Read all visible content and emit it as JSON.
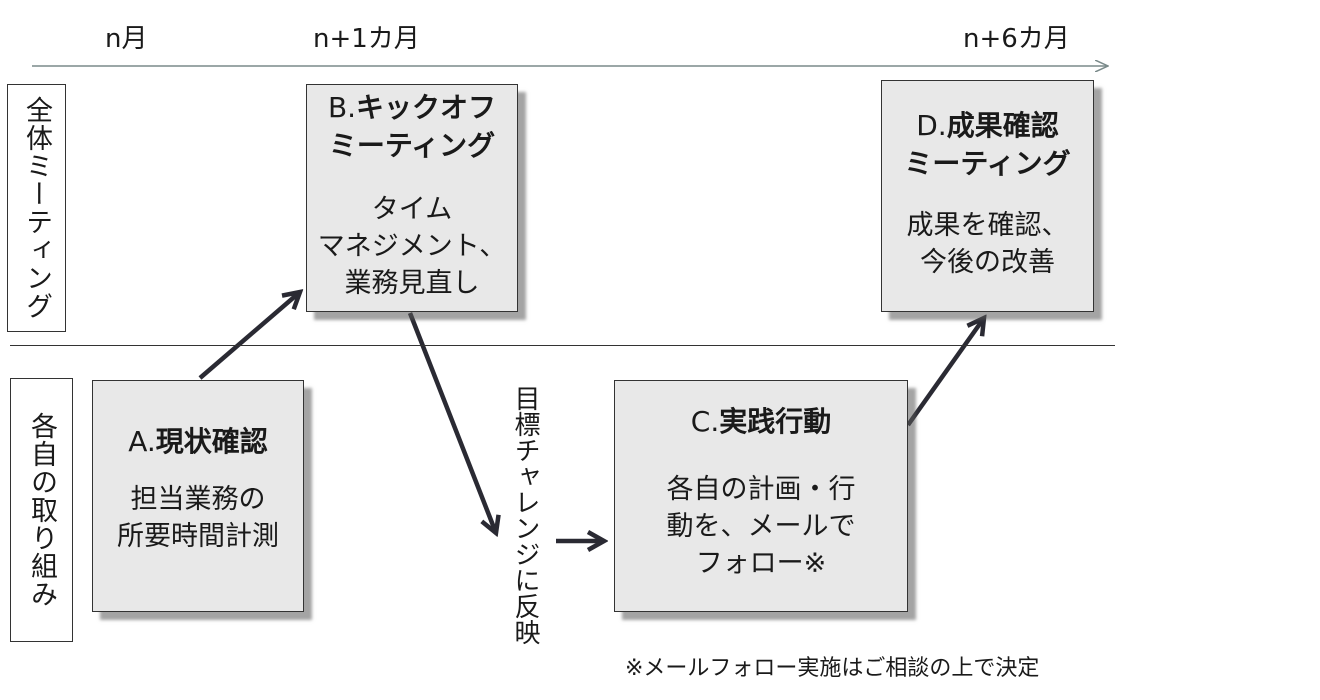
{
  "timeline": {
    "months": [
      "n月",
      "n+1カ月",
      "n+6カ月"
    ]
  },
  "rows": {
    "top_label": "全体ミーティング",
    "bottom_label": "各自の取り組み"
  },
  "boxes": {
    "a": {
      "prefix": "A.",
      "title": "現状確認",
      "desc": [
        "担当業務の",
        "所要時間計測"
      ]
    },
    "b": {
      "prefix": "B.",
      "title_lines": [
        "キックオフ",
        "ミーティング"
      ],
      "desc": [
        "タイム",
        "マネジメント、",
        "業務見直し"
      ]
    },
    "c": {
      "prefix": "C.",
      "title": "実践行動",
      "desc": [
        "各自の計画・行",
        "動を、メールで",
        "フォロー※"
      ]
    },
    "d": {
      "prefix": "D.",
      "title_lines": [
        "成果確認",
        "ミーティング"
      ],
      "desc": [
        "成果を確認、",
        "今後の改善"
      ]
    }
  },
  "flow_label": "目標チャレンジに反映",
  "footnote": "※メールフォロー実施はご相談の上で決定",
  "colors": {
    "box_fill": "#e8e8e8",
    "line": "#333333",
    "arrow": "#2a2a33",
    "timeline": "#7a8a8a"
  }
}
